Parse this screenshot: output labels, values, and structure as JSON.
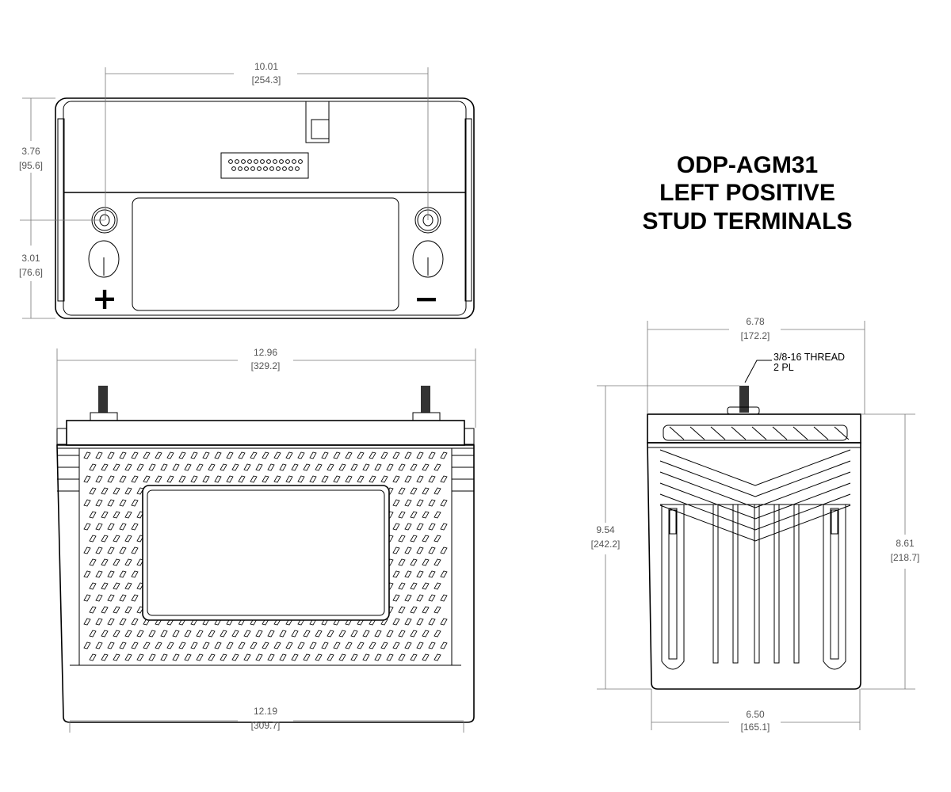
{
  "title": {
    "line1": "ODP-AGM31",
    "line2": "LEFT POSITIVE",
    "line3": "STUD TERMINALS"
  },
  "top_view": {
    "terminal_spacing": {
      "in": "10.01",
      "mm": "[254.3]"
    },
    "upper_height": {
      "in": "3.76",
      "mm": "[95.6]"
    },
    "lower_height": {
      "in": "3.01",
      "mm": "[76.6]"
    },
    "positive_symbol": "+",
    "negative_symbol": "−"
  },
  "front_view": {
    "overall_length": {
      "in": "12.96",
      "mm": "[329.2]"
    },
    "base_length": {
      "in": "12.19",
      "mm": "[309.7]"
    }
  },
  "side_view": {
    "overall_width": {
      "in": "6.78",
      "mm": "[172.2]"
    },
    "base_width": {
      "in": "6.50",
      "mm": "[165.1]"
    },
    "overall_height": {
      "in": "9.54",
      "mm": "[242.2]"
    },
    "case_height": {
      "in": "8.61",
      "mm": "[218.7]"
    },
    "thread_note": {
      "line1": "3/8-16 THREAD",
      "line2": "2 PL"
    }
  },
  "colors": {
    "line": "#000000",
    "dimension": "#777777"
  }
}
